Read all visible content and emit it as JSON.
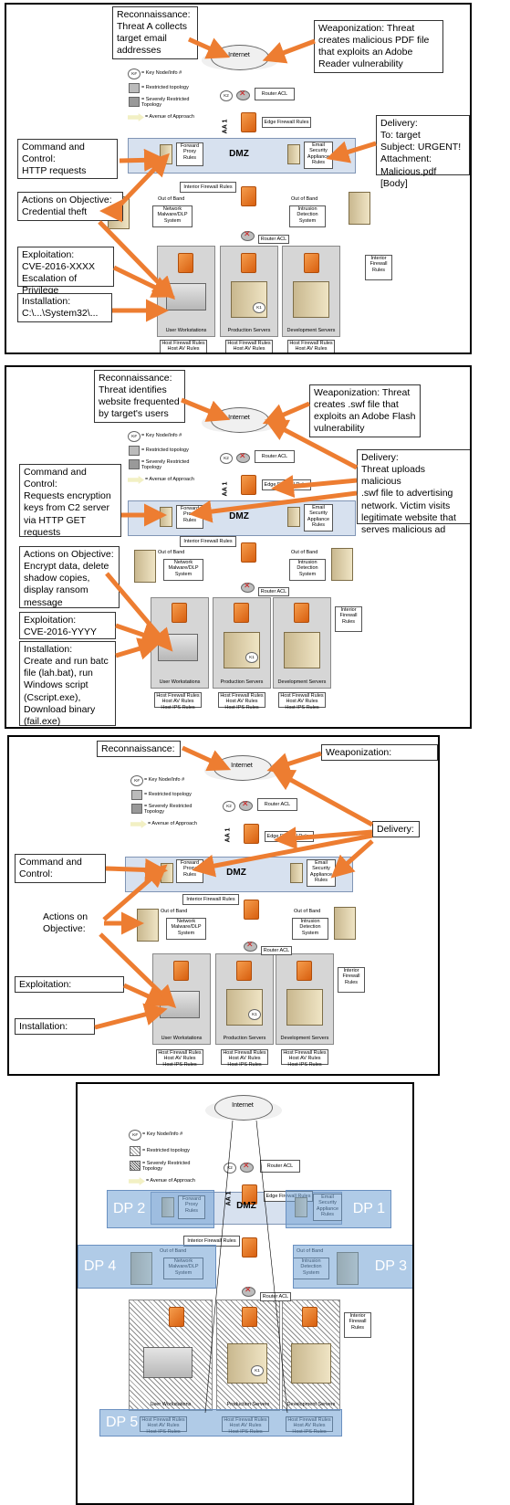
{
  "common": {
    "internet": "Internet",
    "legend_k": "K#",
    "legend_key_node": "= Key Node/Info #",
    "legend_restricted": "= Restricted topology",
    "legend_severely": "= Severely Restricted\nTopology",
    "legend_avenue": "= Avenue of Approach",
    "k2": "K2",
    "k1": "K1",
    "router_acl": "Router ACL",
    "aa1": "AA 1",
    "edge_firewall": "Edge Firewall Rules",
    "dmz": "DMZ",
    "forward_proxy": "Forward\nProxy\nRules",
    "email_security": "Email\nSecurity\nAppliance\nRules",
    "interior_firewall": "Interior Firewall Rules",
    "out_of_band": "Out of Band",
    "network_malware": "Network\nMalware/DLP\nSystem",
    "intrusion_detection": "Intrusion\nDetection\nSystem",
    "interior_firewall_rules": "Interior\nFirewall\nRules",
    "user_workstations": "User Workstations",
    "production_servers": "Production Servers",
    "development_servers": "Development Servers",
    "host_rules": "Host Firewall Rules\nHost AV Rules\nHost IPS Rules"
  },
  "panel1": {
    "recon": "Reconnaissance:\nThreat A collects\ntarget email\naddresses",
    "weapon": "Weaponization: Threat\ncreates malicious PDF file\nthat exploits an Adobe\nReader vulnerability",
    "delivery": "Delivery:\nTo: target\nSubject: URGENT!\nAttachment: Malicious.pdf\n[Body]",
    "c2": "Command and\nControl:\nHTTP requests",
    "actions": "Actions on Objective:\nCredential theft",
    "exploit": "Exploitation:\nCVE-2016-XXXX\nEscalation of Privilege",
    "install": "Installation:\nC:\\...\\System32\\..."
  },
  "panel2": {
    "recon": "Reconnaissance:\nThreat identifies\nwebsite frequented\nby target's users",
    "weapon": "Weaponization: Threat\ncreates .swf file that\nexploits an Adobe Flash\nvulnerability",
    "delivery": "Delivery:\nThreat uploads malicious\n.swf file to advertising\nnetwork. Victim visits\nlegitimate website that\nserves malicious ad",
    "c2": "Command and\nControl:\nRequests encryption\nkeys from C2 server\nvia HTTP GET\nrequests",
    "actions": "Actions on Objective:\nEncrypt data, delete\nshadow copies,\ndisplay ransom\nmessage",
    "exploit": "Exploitation:\nCVE-2016-YYYY",
    "install": "Installation:\nCreate and run batc\nfile (lah.bat), run\nWindows script\n(Cscript.exe),\nDownload binary\n(fail.exe)"
  },
  "panel3": {
    "recon": "Reconnaissance:",
    "weapon": "Weaponization:",
    "delivery": "Delivery:",
    "c2": "Command and\nControl:",
    "actions": "Actions on\nObjective:",
    "exploit": "Exploitation:",
    "install": "Installation:"
  },
  "panel4": {
    "dp1": "DP 1",
    "dp2": "DP 2",
    "dp3": "DP 3",
    "dp4": "DP 4",
    "dp5": "DP 5"
  },
  "colors": {
    "arrow": "#ed7d31",
    "dmz_band": "#d7e1ef",
    "dp_overlay": "#70a0d4",
    "firewall": "#e8761f"
  }
}
